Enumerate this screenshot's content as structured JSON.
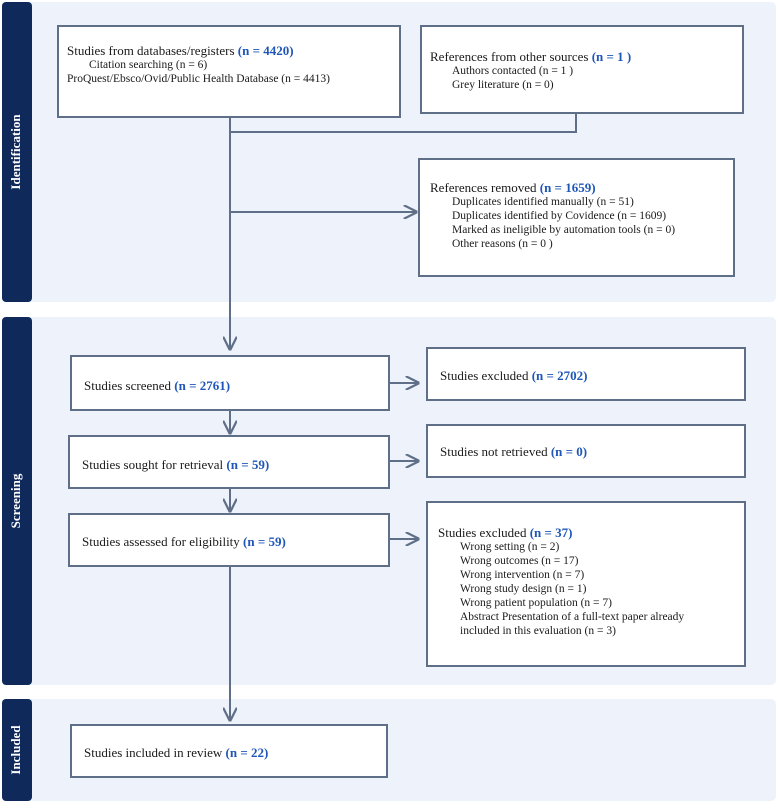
{
  "phases": {
    "identification": "Identification",
    "screening": "Screening",
    "included": "Included"
  },
  "identification": {
    "databases": {
      "title": "Studies from databases/registers",
      "count": "(n = 4420)",
      "items": [
        "Citation searching (n = 6)",
        "ProQuest/Ebsco/Ovid/Public Health Database (n = 4413)"
      ]
    },
    "other_sources": {
      "title": "References from other sources",
      "count": "(n = 1 )",
      "items": [
        "Authors contacted (n = 1 )",
        "Grey literature (n = 0)"
      ]
    },
    "removed": {
      "title": "References removed",
      "count": "(n = 1659)",
      "items": [
        "Duplicates identified manually (n = 51)",
        "Duplicates identified by Covidence (n = 1609)",
        "Marked as ineligible by automation tools (n = 0)",
        "Other reasons (n = 0 )"
      ]
    }
  },
  "screening": {
    "screened": {
      "title": "Studies screened",
      "count": "(n = 2761)"
    },
    "excluded_screen": {
      "title": "Studies excluded",
      "count": "(n = 2702)"
    },
    "sought": {
      "title": "Studies sought for retrieval",
      "count": "(n = 59)"
    },
    "not_retrieved": {
      "title": "Studies not retrieved",
      "count": "(n = 0)"
    },
    "assessed": {
      "title": "Studies assessed for eligibility",
      "count": "(n = 59)"
    },
    "excluded_full": {
      "title": "Studies excluded",
      "count": "(n = 37)",
      "items": [
        "Wrong setting (n = 2)",
        "Wrong outcomes (n = 17)",
        "Wrong intervention (n = 7)",
        "Wrong study design (n = 1)",
        "Wrong patient population (n = 7)",
        "Abstract Presentation of a full-text paper already",
        "included in this evaluation (n = 3)"
      ]
    }
  },
  "included": {
    "review": {
      "title": "Studies included in review",
      "count": "(n = 22)"
    }
  },
  "colors": {
    "phase_tab": "#0f2a5a",
    "phase_bg": "#eef3fb",
    "box_border": "#5f6f87",
    "highlight": "#1f56b8",
    "arrow": "#5f6f87"
  }
}
